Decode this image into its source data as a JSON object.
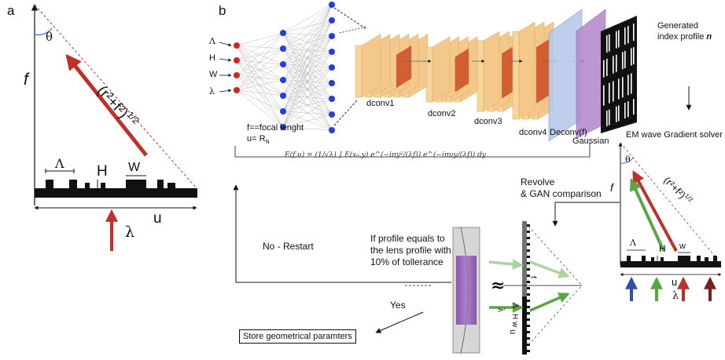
{
  "panel_a": {
    "label": "a",
    "theta": "θ",
    "f": "f",
    "hyp": "(r²+f²)",
    "hyp_exp": "1/2",
    "Lambda": "Λ",
    "H": "H",
    "W": "W",
    "u": "u",
    "lambda": "λ"
  },
  "panel_b": {
    "label": "b",
    "inputs": [
      "Λ",
      "H",
      "W",
      "λ"
    ],
    "layers": [
      "dconv1",
      "dconv2",
      "dconv3",
      "dconv4",
      "Deconv(f)",
      "Gaussian"
    ],
    "output_label_line1": "Generated",
    "output_label_line2": "index profile",
    "output_label_n": "n",
    "def_line1": "f==focal lenght",
    "def_line2": "u= R",
    "def_line2_sub": "N",
    "equation": "E(f,u) = (1/√λ) ∫ E(x₀,y) e^(−iπy²/(λf)) e^(−iπuy/(λf)) dy",
    "em_solver": "EM wave Gradient solver",
    "revolve_line1": "Revolve",
    "revolve_line2": "& GAN comparison",
    "condition_line1": "If profile equals to",
    "condition_line2": "the lens profile with",
    "condition_line3": "10% of tollerance",
    "no_restart": "No - Restart",
    "yes": "Yes",
    "store": "Store geometrical paramters",
    "approx": "≈"
  },
  "mini_lens": {
    "theta": "θ",
    "f": "f",
    "hyp": "(r²+f²)",
    "hyp_exp": "1/2",
    "Lambda": "Λ",
    "H": "H",
    "w": "w",
    "u": "u",
    "lambda": "λ"
  },
  "colors": {
    "red": "#c0302a",
    "green": "#5aa646",
    "blue": "#2f4ea8",
    "darkred": "#7a1f1f",
    "neuron_in": "#c92a22",
    "neuron_hidden": "#1f3fe0",
    "orange_light": "#f6d49b",
    "orange_dark": "#cf5a2d",
    "gaussian_blue": "#b7c9ea",
    "gaussian_purple": "#b48cd0",
    "lens_purple": "#7b3fa6"
  }
}
